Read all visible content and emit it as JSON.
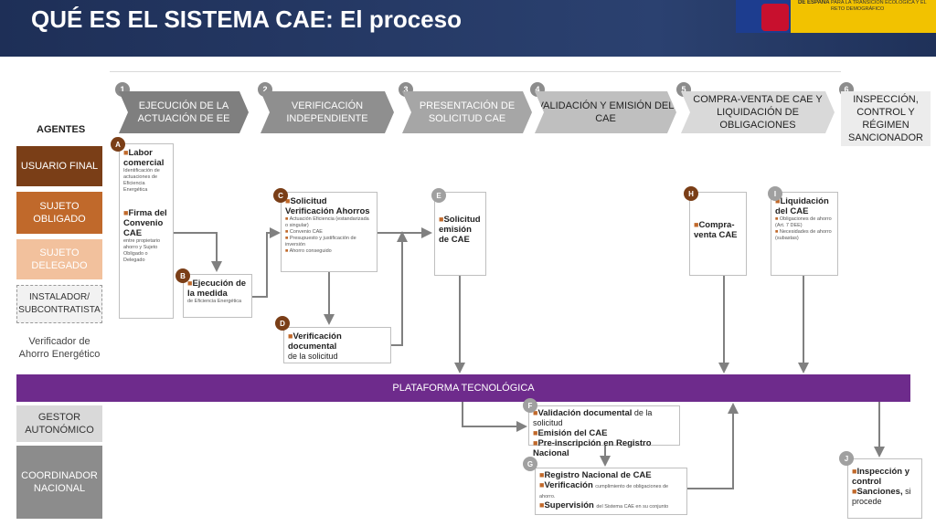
{
  "header": {
    "title": "QUÉ ES EL SISTEMA CAE: El proceso"
  },
  "logo": {
    "line1": "DE ESPAÑA",
    "line2": "PARA LA TRANSICIÓN ECOLÓGICA Y EL RETO DEMOGRÁFICO"
  },
  "agents_title": "AGENTES",
  "steps": [
    {
      "num": "1",
      "label": "EJECUCIÓN DE LA ACTUACIÓN DE EE"
    },
    {
      "num": "2",
      "label": "VERIFICACIÓN INDEPENDIENTE"
    },
    {
      "num": "3",
      "label": "PRESENTACIÓN DE SOLICITUD CAE"
    },
    {
      "num": "4",
      "label": "VALIDACIÓN Y EMISIÓN DEL CAE"
    },
    {
      "num": "5",
      "label": "COMPRA-VENTA DE CAE Y LIQUIDACIÓN DE OBLIGACIONES"
    },
    {
      "num": "6",
      "label": "INSPECCIÓN, CONTROL Y RÉGIMEN SANCIONADOR"
    }
  ],
  "agents": [
    {
      "label": "USUARIO FINAL"
    },
    {
      "label": "SUJETO OBLIGADO"
    },
    {
      "label": "SUJETO DELEGADO"
    },
    {
      "label": "INSTALADOR/ SUBCONTRATISTA"
    },
    {
      "label": "Verificador de Ahorro Energético"
    },
    {
      "label": "GESTOR AUTONÓMICO"
    },
    {
      "label": "COORDINADOR NACIONAL"
    }
  ],
  "platform": "PLATAFORMA TECNOLÓGICA",
  "boxes": {
    "A": {
      "letter": "A",
      "title1": "Labor comercial",
      "text1": "Identificación de actuaciones de Eficiencia Energética",
      "title2": "Firma del Convenio CAE",
      "text2": "entre propietario ahorro y Sujeto Obligado o Delegado"
    },
    "B": {
      "letter": "B",
      "title": "Ejecución de la medida",
      "text": "de Eficiencia Energética"
    },
    "C": {
      "letter": "C",
      "title": "Solicitud Verificación Ahorros",
      "items": [
        "Actuación Eficiencia (estandarizada o singular)",
        "Convenio CAE",
        "Presupuesto y justificación de inversión",
        "Ahorro conseguido"
      ]
    },
    "D": {
      "letter": "D",
      "title": "Verificación documental",
      "text": "de la solicitud"
    },
    "E": {
      "letter": "E",
      "title": "Solicitud emisión de CAE"
    },
    "F": {
      "letter": "F",
      "l1b": "Validación documental",
      "l1": "de la solicitud",
      "l2b": "Emisión del CAE",
      "l3b": "Pre-inscripción en Registro Nacional"
    },
    "G": {
      "letter": "G",
      "l1b": "Registro Nacional de CAE",
      "l2b": "Verificación",
      "l2": "cumplimiento de obligaciones de ahorro.",
      "l3b": "Supervisión",
      "l3": "del Sistema CAE en su conjunto"
    },
    "H": {
      "letter": "H",
      "title": "Compra-venta CAE"
    },
    "I": {
      "letter": "I",
      "title": "Liquidación del CAE",
      "items": [
        "Obligaciones de ahorro (Art. 7 DEE)",
        "Necesidades de ahorro (subastas)"
      ]
    },
    "J": {
      "letter": "J",
      "l1b": "Inspección y control",
      "l2b": "Sanciones,",
      "l2": "si procede"
    }
  },
  "colors": {
    "header": "#1e2f57",
    "platform": "#6e2b8c",
    "usuario": "#7a3e17",
    "obligado": "#c0692b",
    "delegado": "#f2c19d",
    "brown_circle": "#7a3e17"
  }
}
